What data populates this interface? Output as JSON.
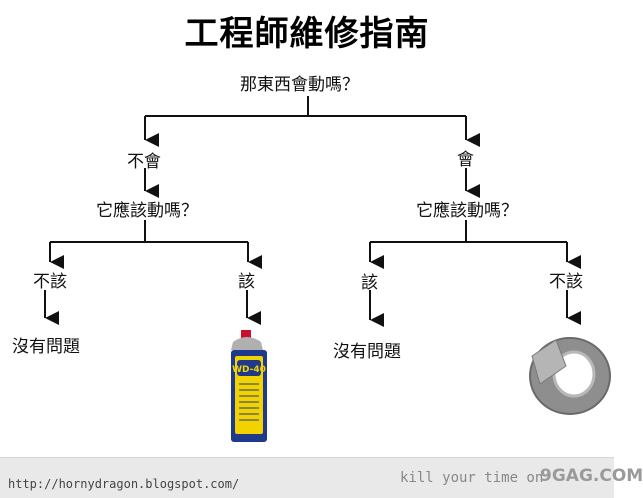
{
  "title": "工程師維修指南",
  "root_question": "那東西會動嗎？",
  "left_branch": {
    "answer": "不會",
    "question": "它應該動嗎？",
    "left_answer": "不該",
    "left_result": "沒有問題",
    "right_answer": "該",
    "right_result_image": "wd40-spray-can",
    "right_result_label": "WD-40"
  },
  "right_branch": {
    "answer": "會",
    "question": "它應該動嗎？",
    "left_answer": "該",
    "left_result": "沒有問題",
    "right_answer": "不該",
    "right_result_image": "duct-tape-roll"
  },
  "footer": {
    "url": "http://hornydragon.blogspot.com/",
    "tagline": "kill your time on",
    "brand": "9GAG.COM"
  },
  "colors": {
    "line": "#111111",
    "can_red": "#c8102e",
    "can_blue": "#1f3a8a",
    "tape_grey": "#9a9a9a",
    "footer_bg": "#e9e9e9"
  }
}
